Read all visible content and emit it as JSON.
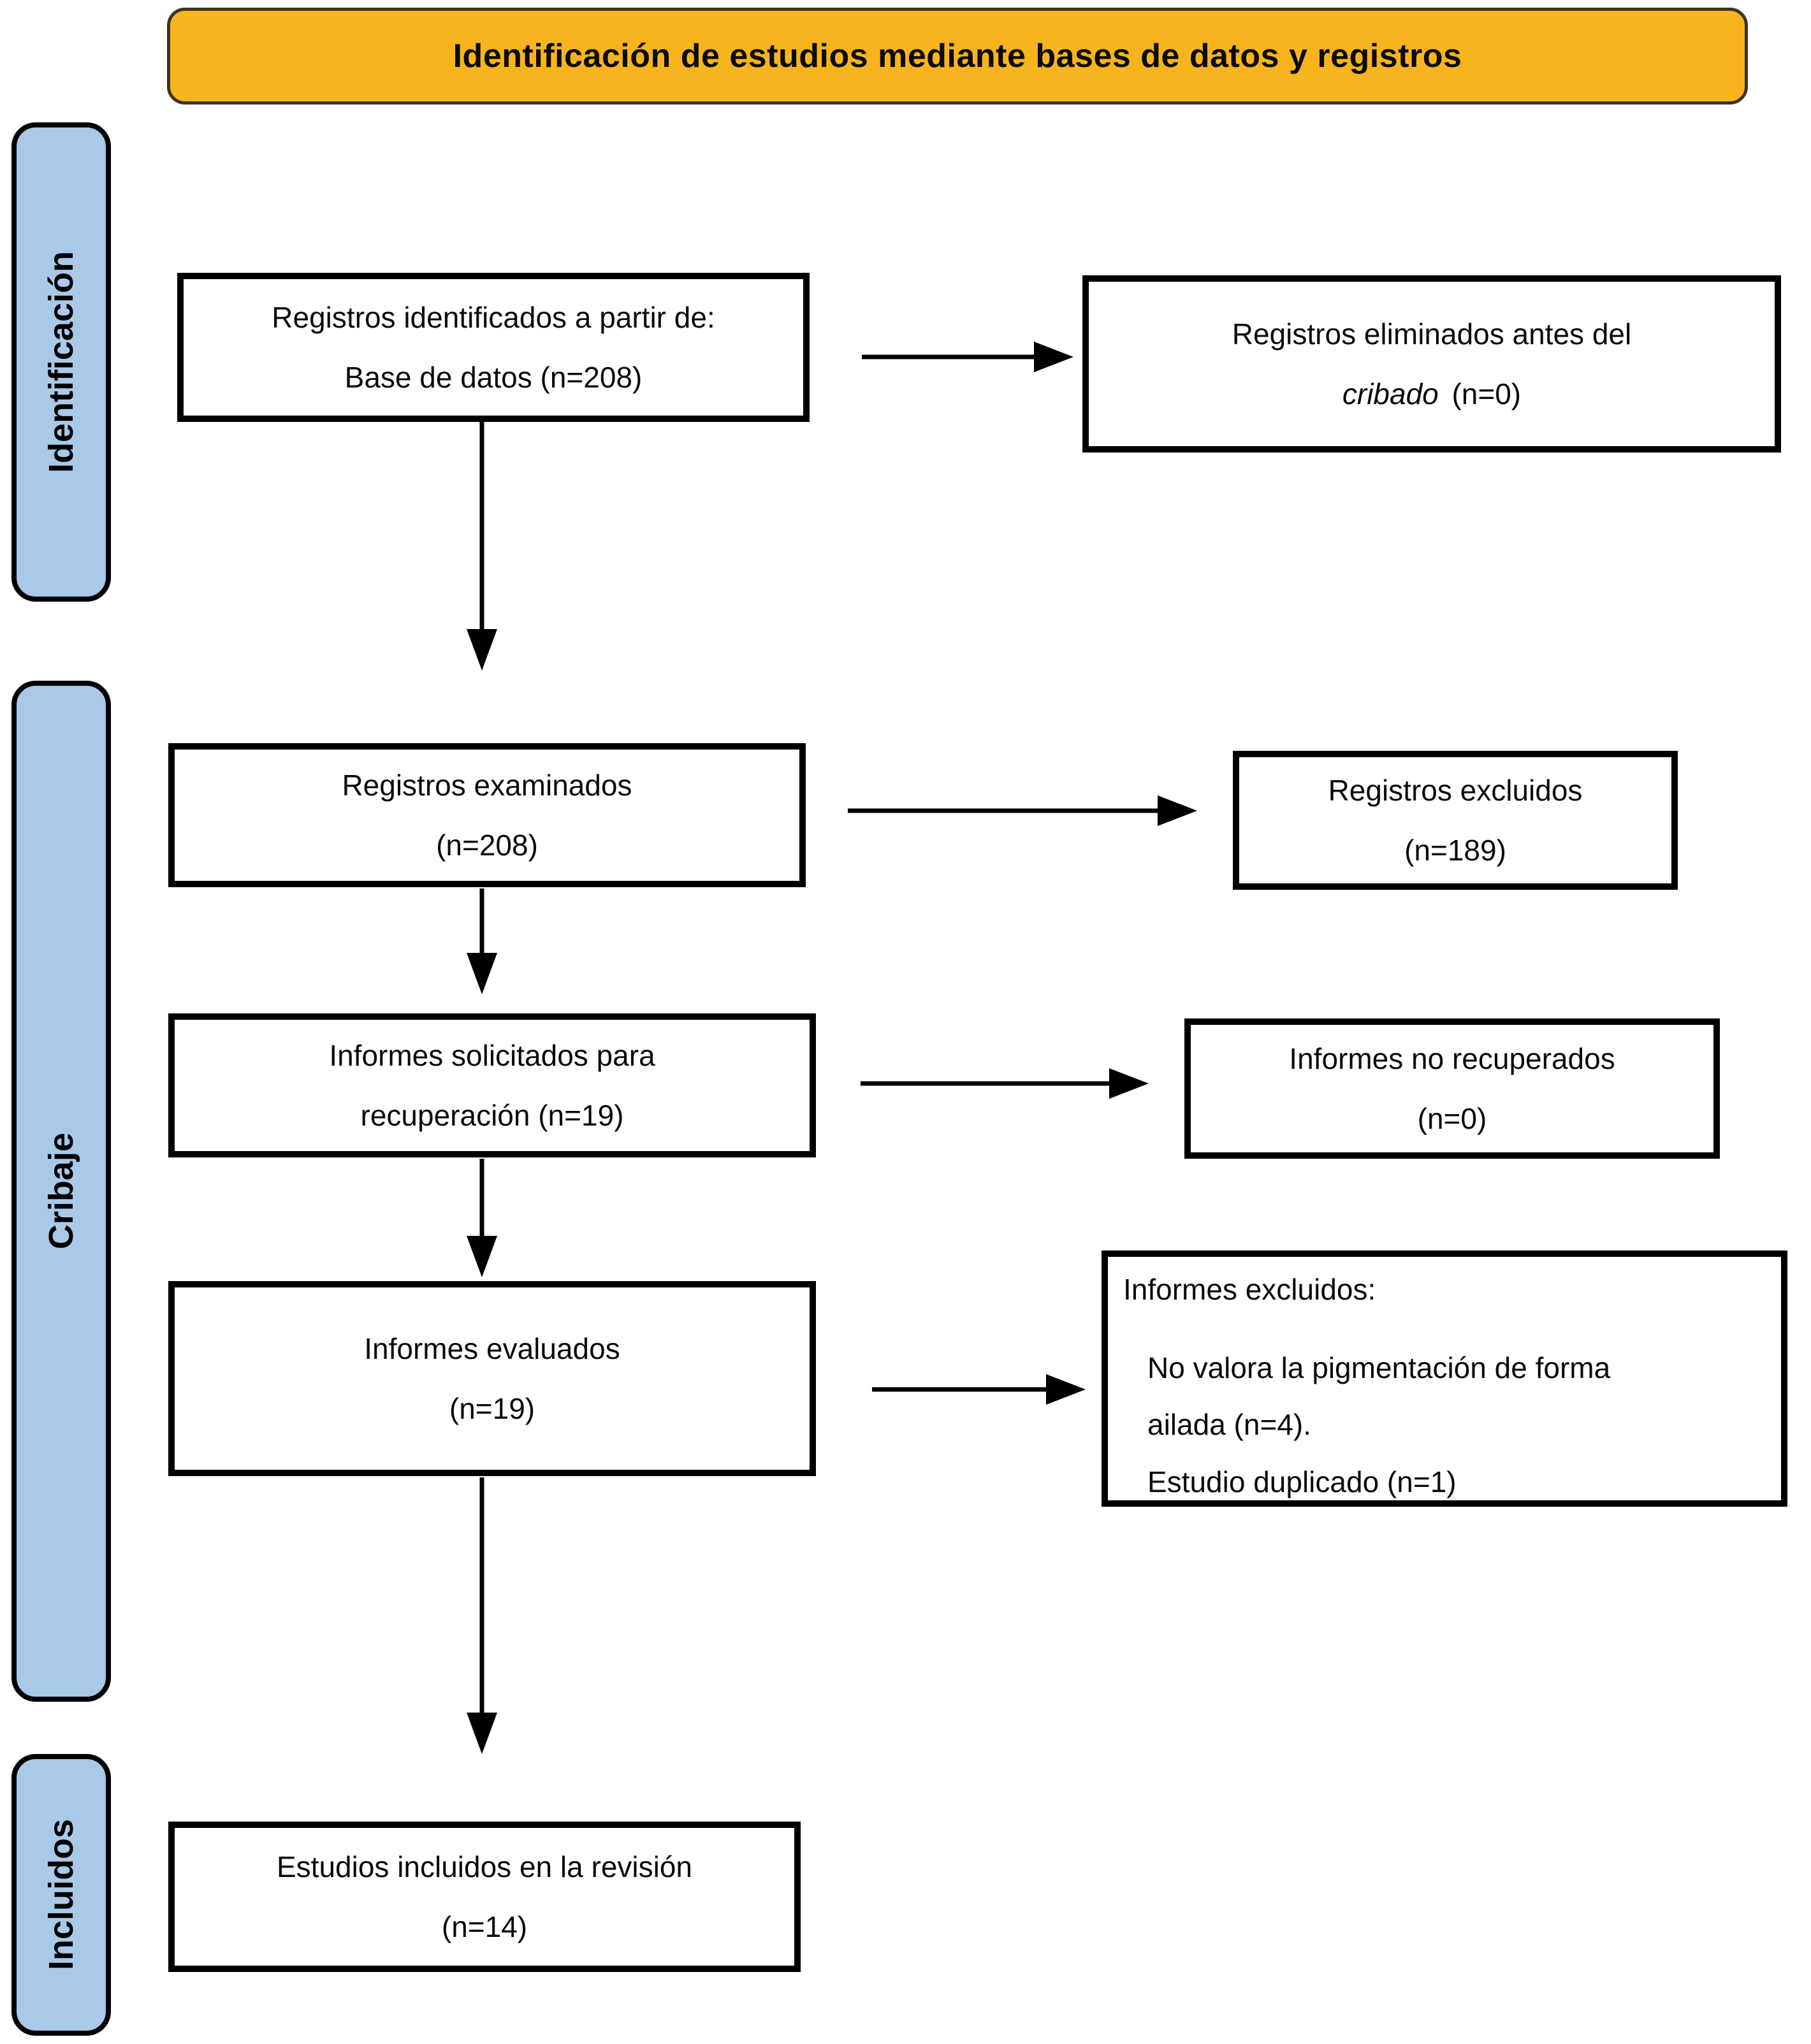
{
  "title": "Identificación de estudios mediante bases de datos y registros",
  "colors": {
    "banner_background": "#F7B41E",
    "stage_background": "#A9C9E8",
    "box_border": "#000000"
  },
  "stages": {
    "identification": "Identificación",
    "screening": "Cribaje",
    "included": "Incluidos"
  },
  "boxes": {
    "records_identified": {
      "line1": "Registros identificados a partir de:",
      "line2": "Base de datos (n=208)"
    },
    "records_removed": {
      "line1": "Registros eliminados antes del",
      "line2_italic": "cribado",
      "line2_rest": "(n=0)"
    },
    "records_screened": {
      "line1": "Registros examinados",
      "line2": "(n=208)"
    },
    "records_excluded": {
      "line1": "Registros excluidos",
      "line2": "(n=189)"
    },
    "reports_sought": {
      "line1": "Informes solicitados para",
      "line2": "recuperación (n=19)"
    },
    "reports_not_retrieved": {
      "line1": "Informes no recuperados",
      "line2": "(n=0)"
    },
    "reports_assessed": {
      "line1": "Informes evaluados",
      "line2": "(n=19)"
    },
    "reports_excluded": {
      "header": "Informes excluidos:",
      "reason1": "No valora la pigmentación de forma ailada (n=4).",
      "reason2": "Estudio duplicado (n=1)"
    },
    "studies_included": {
      "line1": "Estudios incluidos en la revisión",
      "line2": "(n=14)"
    }
  },
  "connections": [
    {
      "from": "records_identified",
      "to": "records_removed",
      "direction": "right"
    },
    {
      "from": "records_identified",
      "to": "records_screened",
      "direction": "down"
    },
    {
      "from": "records_screened",
      "to": "records_excluded",
      "direction": "right"
    },
    {
      "from": "records_screened",
      "to": "reports_sought",
      "direction": "down"
    },
    {
      "from": "reports_sought",
      "to": "reports_not_retrieved",
      "direction": "right"
    },
    {
      "from": "reports_sought",
      "to": "reports_assessed",
      "direction": "down"
    },
    {
      "from": "reports_assessed",
      "to": "reports_excluded",
      "direction": "right"
    },
    {
      "from": "reports_assessed",
      "to": "studies_included",
      "direction": "down"
    }
  ]
}
